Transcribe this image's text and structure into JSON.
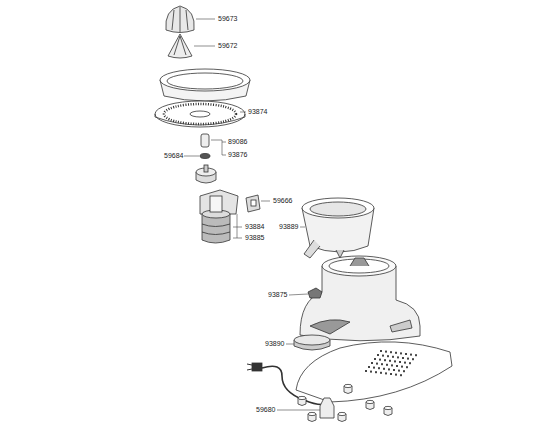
{
  "diagram": {
    "labels": [
      "59673",
      "59672",
      "93874",
      "89086",
      "59684",
      "93876",
      "59666",
      "93884",
      "93885",
      "93889",
      "93875",
      "93890",
      "59680"
    ]
  }
}
